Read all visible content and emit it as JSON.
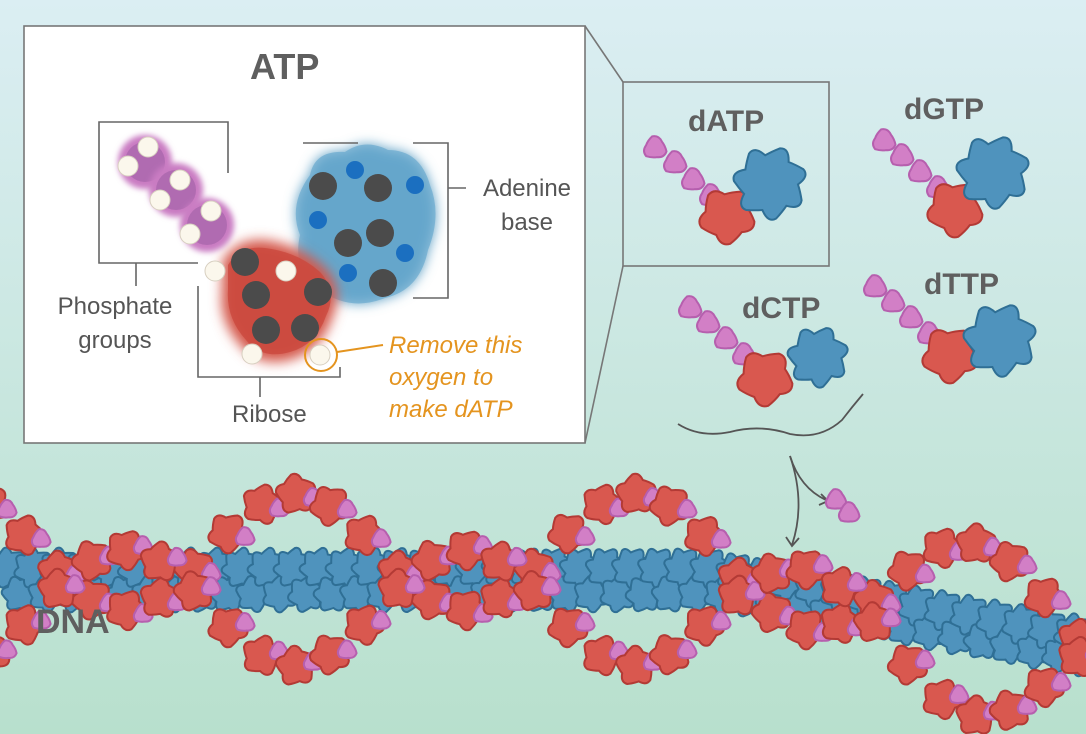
{
  "inset": {
    "title": "ATP",
    "labels": {
      "phosphate_line1": "Phosphate",
      "phosphate_line2": "groups",
      "adenine_line1": "Adenine",
      "adenine_line2": "base",
      "ribose": "Ribose"
    },
    "note": {
      "line1": "Remove this",
      "line2": "oxygen to",
      "line3": "make dATP"
    }
  },
  "nucleotides": [
    "dATP",
    "dGTP",
    "dCTP",
    "dTTP"
  ],
  "dna_label": "DNA",
  "colors": {
    "background_top": "#dbeef3",
    "background_bottom": "#b8e0cd",
    "phosphate": "#d27fc6",
    "sugar": "#d9584f",
    "base": "#4f93bd",
    "note": "#e4941f",
    "label": "#5f5f5f"
  }
}
